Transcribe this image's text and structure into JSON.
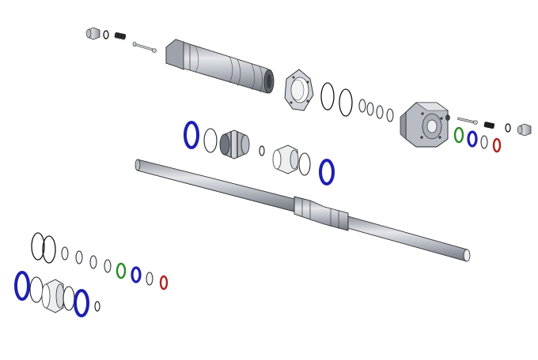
{
  "diagram": {
    "kind": "exploded-view",
    "colors": {
      "steel": "#c9ccd3",
      "steel_dark": "#8e939c",
      "steel_light": "#eceef1",
      "outline": "#1a1a1a",
      "seal_blue": "#1f1fb0",
      "seal_green": "#2a8a2a",
      "seal_red": "#b01f1f",
      "black_part": "#202020"
    },
    "parts": [
      {
        "name": "fitting-nut",
        "color": "steel"
      },
      {
        "name": "small-o-ring",
        "color": "outline"
      },
      {
        "name": "set-screw",
        "color": "black_part"
      },
      {
        "name": "pin",
        "color": "steel"
      },
      {
        "name": "cylinder-barrel",
        "color": "steel"
      },
      {
        "name": "flange-ring",
        "color": "steel"
      },
      {
        "name": "o-ring",
        "color": "outline"
      },
      {
        "name": "backup-ring",
        "color": "steel_light"
      },
      {
        "name": "end-cap",
        "color": "steel"
      },
      {
        "name": "piston",
        "color": "steel"
      },
      {
        "name": "piston-rod",
        "color": "steel"
      },
      {
        "name": "bushing",
        "color": "steel_light"
      },
      {
        "name": "seal-blue",
        "color": "seal_blue"
      },
      {
        "name": "seal-green",
        "color": "seal_green"
      },
      {
        "name": "seal-red",
        "color": "seal_red"
      }
    ]
  }
}
